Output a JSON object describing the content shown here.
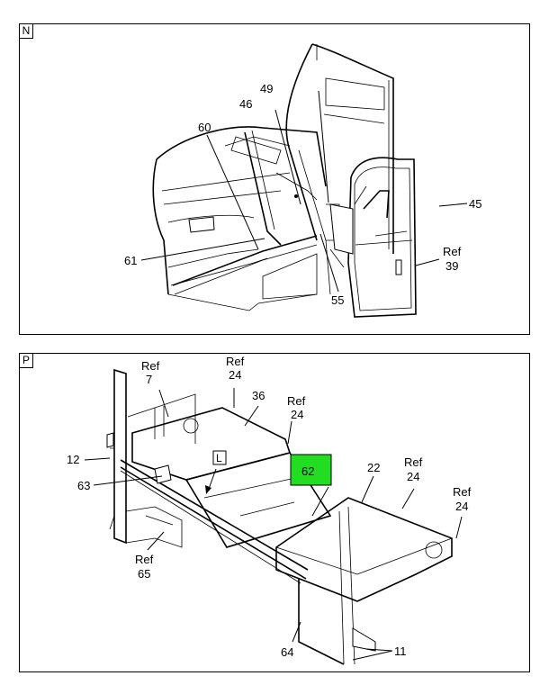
{
  "panels": [
    {
      "id": "N",
      "callouts": [
        "49",
        "46",
        "60",
        "45",
        "Ref",
        "39",
        "61",
        "55"
      ]
    },
    {
      "id": "P",
      "callouts": [
        "Ref",
        "7",
        "Ref",
        "24",
        "36",
        "Ref",
        "24",
        "12",
        "L",
        "62",
        "22",
        "Ref",
        "24",
        "Ref",
        "24",
        "63",
        "Ref",
        "65",
        "64",
        "11"
      ]
    }
  ],
  "colors": {
    "highlight": "#22dd22",
    "line": "#000000",
    "background": "#ffffff"
  }
}
